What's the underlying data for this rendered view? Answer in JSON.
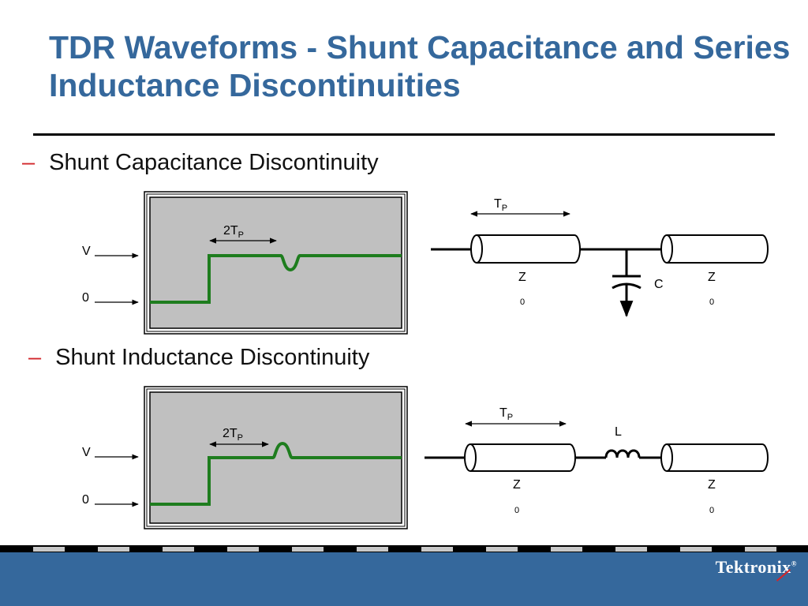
{
  "title": "TDR Waveforms - Shunt Capacitance and Series Inductance Discontinuities",
  "sections": [
    {
      "bullet_dash": "–",
      "heading": "Shunt Capacitance Discontinuity",
      "scope": {
        "label_v": "V",
        "label_0": "0",
        "interval_main": "2T",
        "interval_sub": "P"
      },
      "circuit": {
        "tp_main": "T",
        "tp_sub": "P",
        "component_label": "C",
        "z_left_main": "Z",
        "z_left_sub": "0",
        "z_right_main": "Z",
        "z_right_sub": "0"
      }
    },
    {
      "bullet_dash": "–",
      "heading": "Shunt Inductance Discontinuity",
      "scope": {
        "label_v": "V",
        "label_0": "0",
        "interval_main": "2T",
        "interval_sub": "P"
      },
      "circuit": {
        "tp_main": "T",
        "tp_sub": "P",
        "component_label": "L",
        "z_left_main": "Z",
        "z_left_sub": "0",
        "z_right_main": "Z",
        "z_right_sub": "0"
      }
    }
  ],
  "footer": {
    "logo_text": "Tektronix",
    "logo_mark": "®"
  },
  "colors": {
    "title": "#35689c",
    "dash": "#d2262a",
    "waveform": "#1e7d1e",
    "scope_screen": "#c0c0c0",
    "footer": "#35689c"
  }
}
